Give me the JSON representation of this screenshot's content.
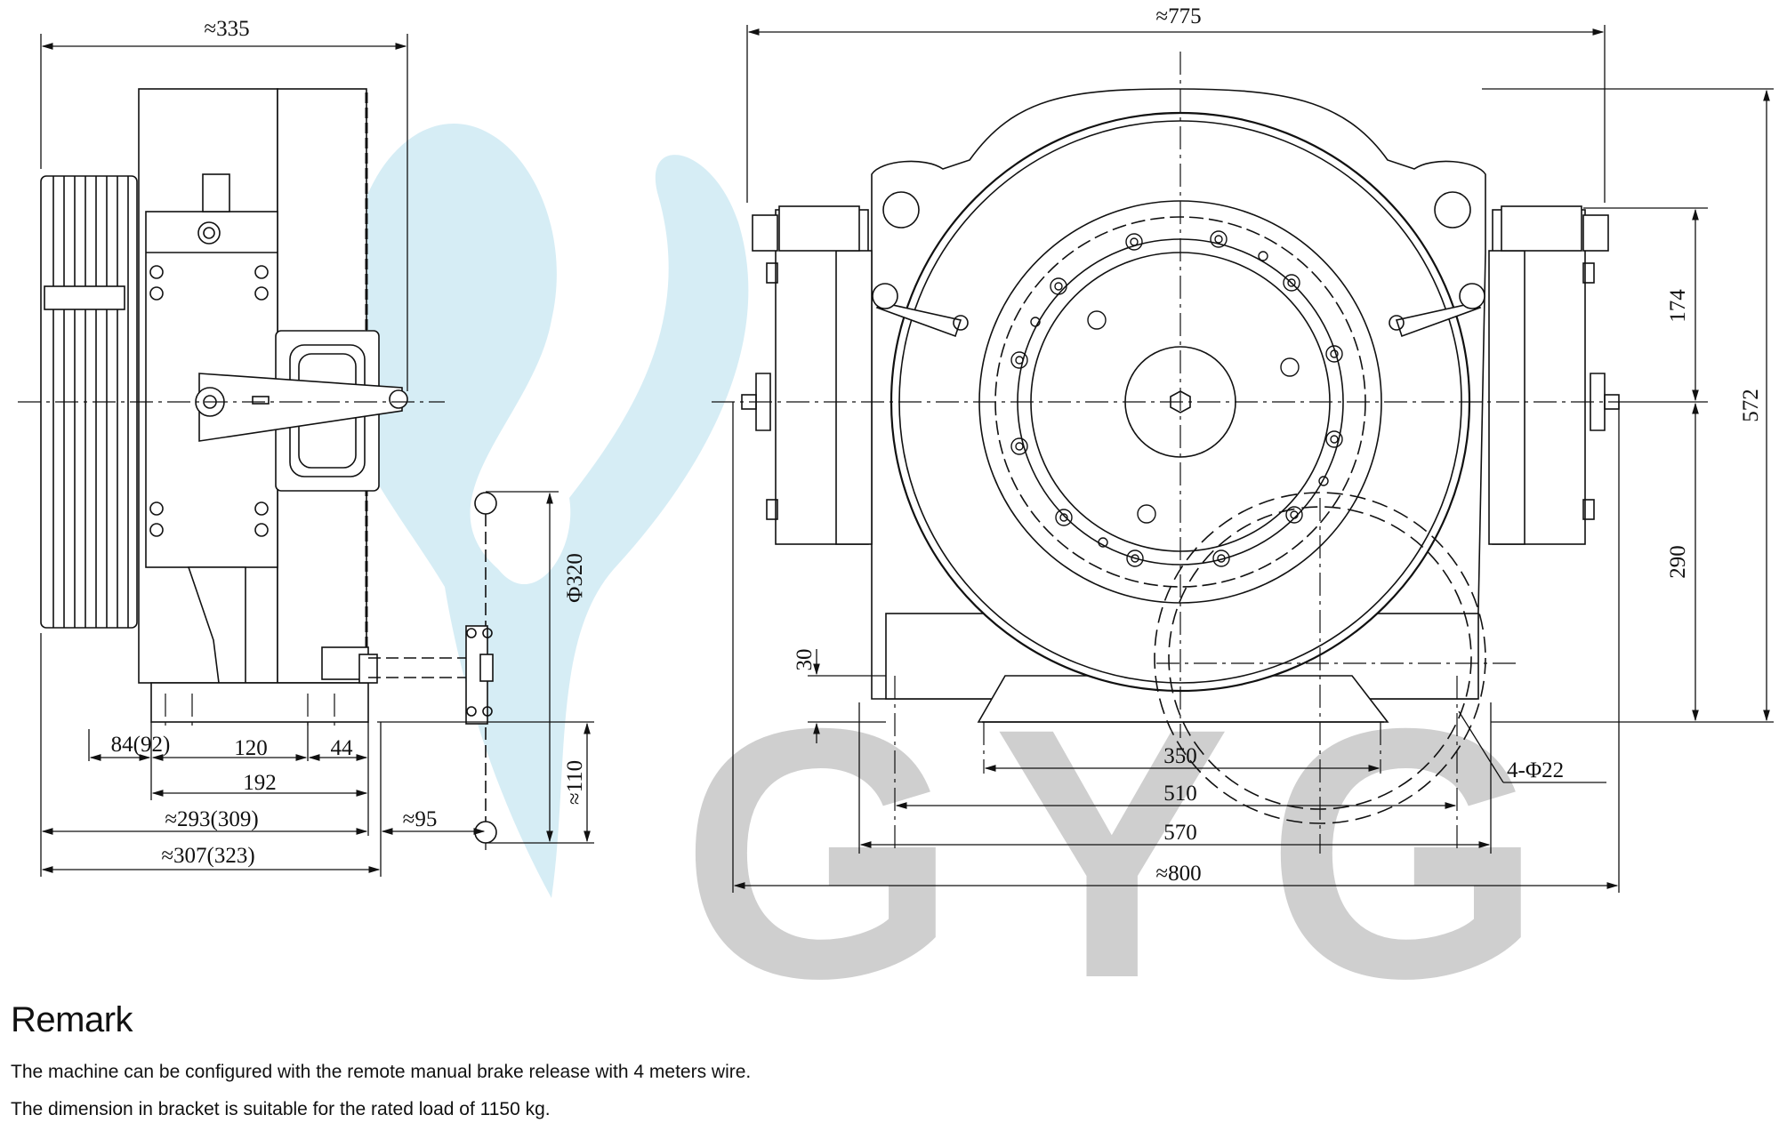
{
  "watermark": {
    "text": "GYG",
    "color": "#bfbfbf",
    "drop_color": "#cfeaf3"
  },
  "side_view": {
    "dimensions": {
      "overall_width": "≈335",
      "bore": "Φ320",
      "depth_110": "≈110",
      "d84": "84(92)",
      "d120": "120",
      "d44": "44",
      "d192": "192",
      "d293": "≈293(309)",
      "d95": "≈95",
      "d307": "≈307(323)"
    }
  },
  "front_view": {
    "dimensions": {
      "overall_width": "≈775",
      "h174": "174",
      "h572": "572",
      "h290": "290",
      "h30": "30",
      "w350": "350",
      "w510": "510",
      "w570": "570",
      "w800": "≈800",
      "holes": "4-Φ22"
    }
  },
  "remark": {
    "title": "Remark",
    "lines": [
      "The machine can be configured with the remote manual brake release with 4 meters wire.",
      "The dimension in bracket is suitable for the rated load of 1150 kg."
    ]
  }
}
